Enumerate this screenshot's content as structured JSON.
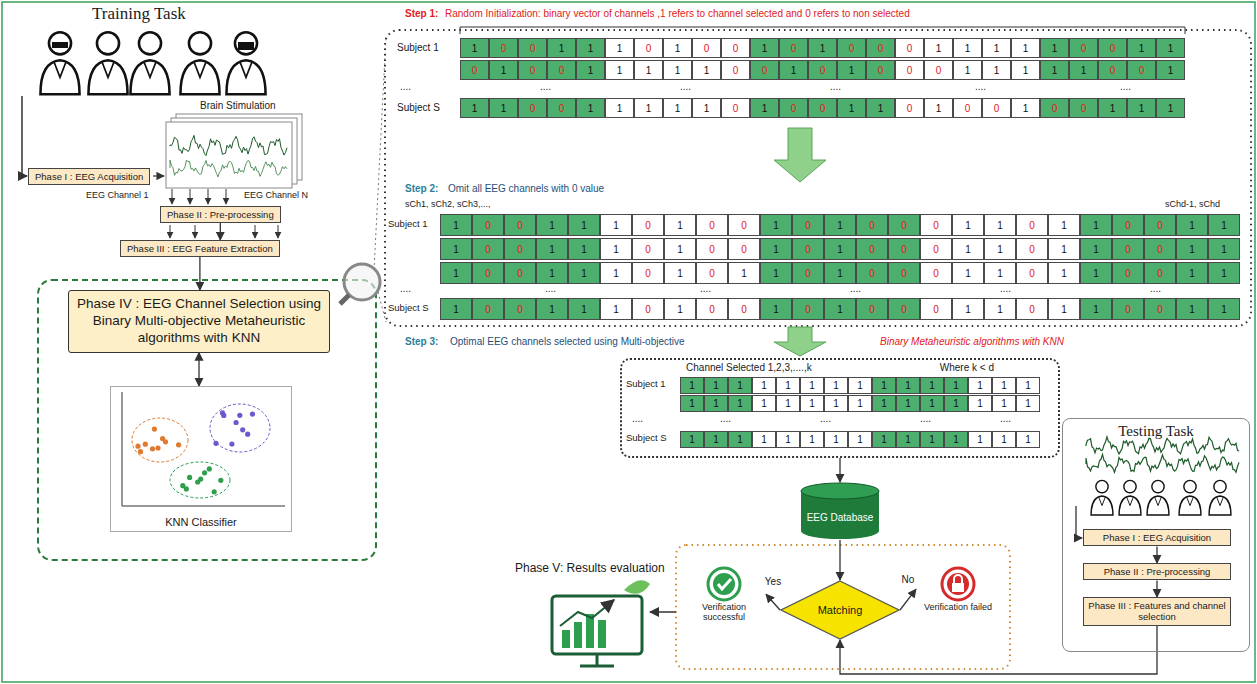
{
  "diagram": {
    "nodes": [
      {
        "text": [
          "Phase I : EEG Acquisition"
        ]
      },
      {
        "text": [
          "Phase II : Pre-processing"
        ]
      },
      {
        "text": [
          "Phase III : EEG Feature Extraction"
        ]
      },
      {
        "text": [
          "Phase IV : EEG Channel Selection using Binary Multi-objective Metaheuristic algorithms with KNN"
        ]
      },
      {
        "text": [
          "KNN Classifier"
        ]
      },
      {
        "text": [
          "Channel Selected 1,2,3,....,k",
          "Where k < d"
        ]
      },
      {
        "text": [
          "EEG Database"
        ]
      },
      {
        "text": [
          "Matching"
        ]
      },
      {
        "text": [
          "Verification successful"
        ]
      },
      {
        "text": [
          "Verification failed"
        ]
      },
      {
        "text": [
          "Testing Task"
        ]
      },
      {
        "text": [
          "Phase I : EEG Acquisition"
        ],
        "in": 10
      },
      {
        "text": [
          "Phase II : Pre-processing"
        ],
        "in": 10
      },
      {
        "text": [
          "Phase III : Features and channel selection"
        ],
        "in": 10
      }
    ],
    "edges": [
      {
        "from": 1,
        "to": 2,
        "arrow": "to"
      },
      {
        "from": 2,
        "to": 3,
        "arrow": "to"
      },
      {
        "from": 3,
        "to": 4,
        "arrow": "both"
      },
      {
        "from": 5,
        "to": 6,
        "arrow": "to"
      },
      {
        "from": 6,
        "to": 7,
        "arrow": "to"
      },
      {
        "from": 7,
        "to": 8,
        "label": "Yes",
        "arrow": "to"
      },
      {
        "from": 7,
        "to": 9,
        "label": "No",
        "arrow": "to"
      },
      {
        "from": 11,
        "to": 12,
        "arrow": "to"
      },
      {
        "from": 12,
        "to": 13,
        "arrow": "to"
      },
      {
        "from": 13,
        "to": 7,
        "arrow": "to"
      }
    ],
    "labels": [
      "Training Task",
      "Brain Stimulation",
      "EEG Channel 1",
      "EEG Channel N",
      "Step 1:",
      "Random Initialization: binary vector of channels ,1 refers to channel selected and 0 refers to non selected",
      "Subject 1",
      "1",
      "0",
      "0",
      "1",
      "1",
      "1",
      "0",
      "1",
      "0",
      "0",
      "1",
      "0",
      "1",
      "0",
      "0",
      "0",
      "1",
      "1",
      "1",
      "1",
      "1",
      "0",
      "0",
      "1",
      "1",
      "0",
      "1",
      "0",
      "0",
      "1",
      "1",
      "1",
      "1",
      "1",
      "0",
      "0",
      "1",
      "0",
      "1",
      "0",
      "0",
      "0",
      "1",
      "1",
      "1",
      "1",
      "1",
      "0",
      "0",
      "1",
      "....",
      "....",
      "....",
      "....",
      "....",
      "....",
      "Subject S",
      "1",
      "1",
      "0",
      "0",
      "1",
      "1",
      "1",
      "1",
      "1",
      "0",
      "1",
      "0",
      "0",
      "1",
      "1",
      "0",
      "1",
      "0",
      "0",
      "1",
      "0",
      "0",
      "1",
      "1",
      "1",
      "Step 2:",
      "Omit all EEG channels with 0 value",
      "sCh1, sCh2, sCh3,...,",
      "sChd-1, sChd",
      "Subject 1",
      "1",
      "0",
      "0",
      "1",
      "1",
      "1",
      "0",
      "1",
      "0",
      "0",
      "1",
      "0",
      "1",
      "0",
      "0",
      "0",
      "1",
      "1",
      "0",
      "1",
      "1",
      "0",
      "0",
      "1",
      "1",
      "1",
      "0",
      "0",
      "1",
      "1",
      "1",
      "0",
      "1",
      "0",
      "0",
      "1",
      "0",
      "1",
      "0",
      "0",
      "0",
      "1",
      "1",
      "0",
      "1",
      "1",
      "0",
      "0",
      "1",
      "1",
      "1",
      "0",
      "0",
      "1",
      "1",
      "1",
      "0",
      "1",
      "0",
      "1",
      "1",
      "0",
      "1",
      "0",
      "0",
      "0",
      "1",
      "1",
      "0",
      "1",
      "1",
      "0",
      "0",
      "1",
      "1",
      "....",
      "....",
      "....",
      "....",
      "....",
      "....",
      "Subject S",
      "1",
      "0",
      "0",
      "1",
      "1",
      "1",
      "0",
      "1",
      "0",
      "0",
      "1",
      "0",
      "1",
      "0",
      "0",
      "0",
      "1",
      "1",
      "0",
      "1",
      "1",
      "0",
      "0",
      "1",
      "1",
      "Step 3:",
      "Optimal EEG channels selected using Multi-objective",
      "Binary Metaheuristic algorithms with KNN",
      "Subject 1",
      "1",
      "1",
      "1",
      "1",
      "1",
      "1",
      "1",
      "1",
      "1",
      "1",
      "1",
      "1",
      "1",
      "1",
      "1",
      "1",
      "1",
      "1",
      "1",
      "1",
      "1",
      "1",
      "1",
      "1",
      "1",
      "1",
      "1",
      "1",
      "1",
      "1",
      "....",
      "....",
      "....",
      "....",
      "....",
      "Subject S",
      "1",
      "1",
      "1",
      "1",
      "1",
      "1",
      "1",
      "1",
      "1",
      "1",
      "1",
      "1",
      "1",
      "1",
      "1",
      "Phase V: Results evaluation"
    ]
  }
}
